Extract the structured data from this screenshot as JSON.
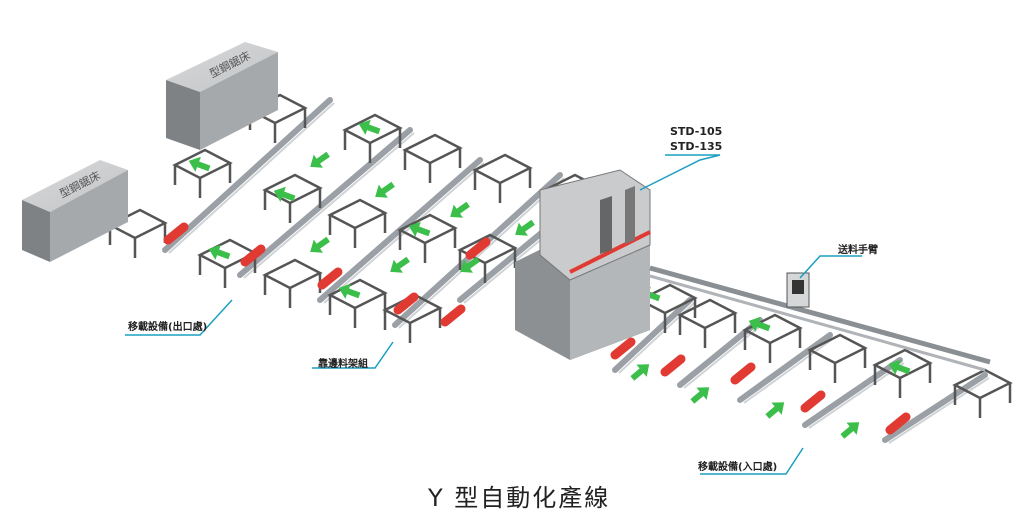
{
  "saw_machines": [
    {
      "label": "型鋼鋸床"
    },
    {
      "label": "型鋼鋸床"
    }
  ],
  "callouts": {
    "drill_model": [
      "STD-105",
      "STD-135"
    ],
    "feed_arm": "送料手臂",
    "transfer_exit": "移載設備(出口處)",
    "side_rack": "靠邊料架組",
    "transfer_entry": "移載設備(入口處)"
  },
  "title": "Y 型自動化產線",
  "colors": {
    "accent_line": "#1a9fc0",
    "cylinder": "#e03a32",
    "arrow": "#3cbf4a",
    "steel": "#9aa0a6"
  }
}
